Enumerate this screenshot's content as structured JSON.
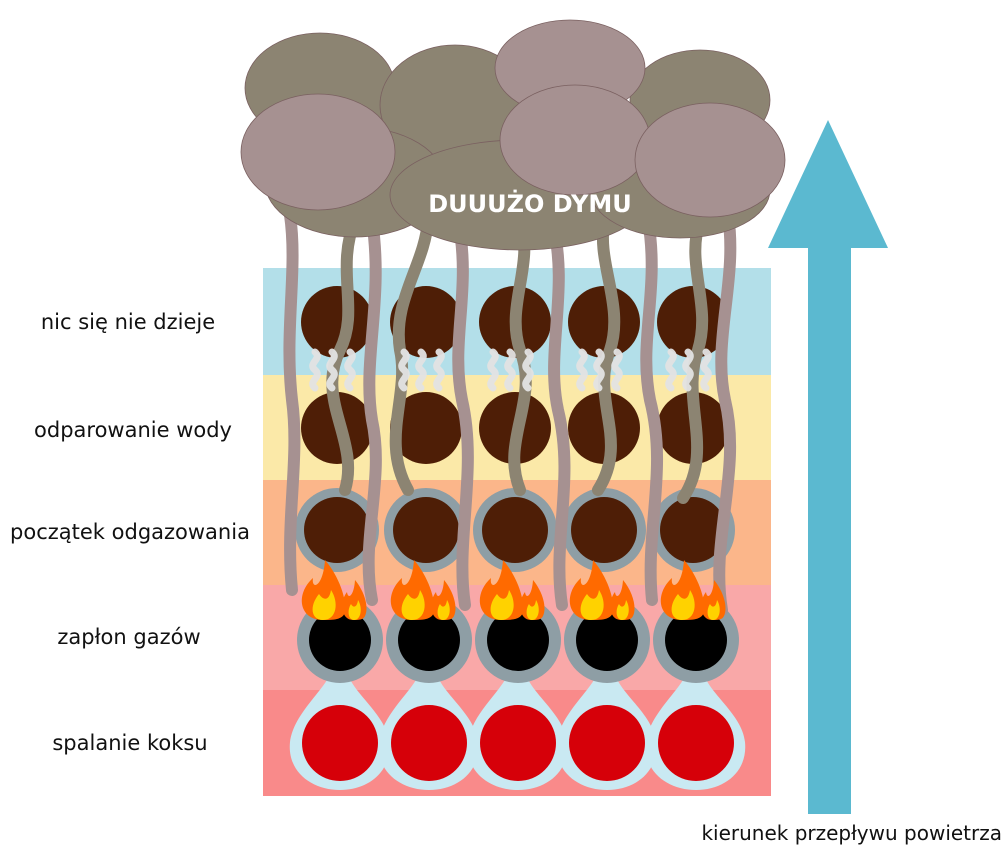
{
  "smoke": {
    "label": "DUUUŻO DYMU",
    "colors": {
      "dark": "#8c8472",
      "light": "#a69191",
      "edge": "#7a6060"
    }
  },
  "zones": [
    {
      "key": "z1",
      "label": "nic się nie dzieje",
      "color": "#b3dfe9"
    },
    {
      "key": "z2",
      "label": "odparowanie wody",
      "color": "#fbe9a8"
    },
    {
      "key": "z3",
      "label": "początek odgazowania",
      "color": "#fbb68a"
    },
    {
      "key": "z4",
      "label": "zapłon gazów",
      "color": "#f9a8a8"
    },
    {
      "key": "z5",
      "label": "spalanie koksu",
      "color": "#f98a8a"
    }
  ],
  "particles": {
    "fuel_color": "#4e1e06",
    "ring_color": "#8e9ea5",
    "ignited_core_color": "#000000",
    "coke_color": "#d60009",
    "glow_color": "#c9e9f2",
    "flame_outer": "#ff6a00",
    "flame_inner": "#ffd200",
    "steam_color": "#e3e3e3"
  },
  "airflow": {
    "label": "kierunek przepływu powietrza",
    "color": "#5bb9d0"
  }
}
